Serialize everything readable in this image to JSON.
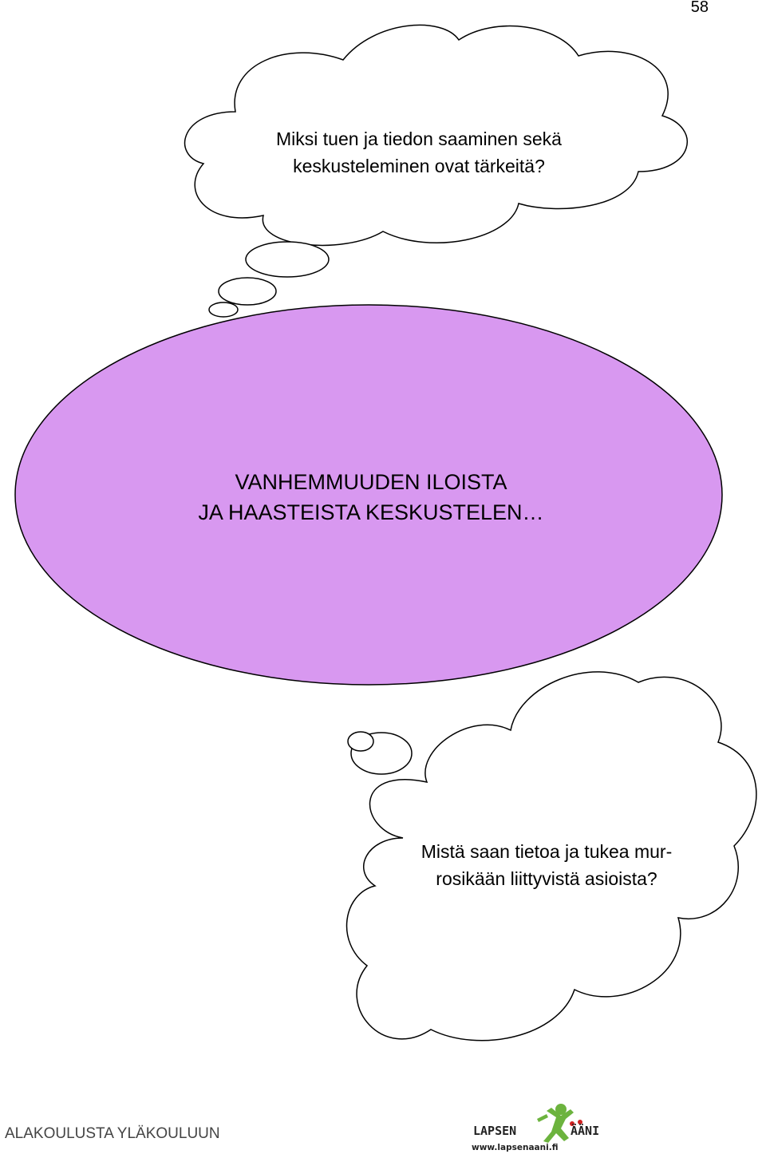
{
  "page": {
    "number": "58"
  },
  "top_cloud": {
    "line1": "Miksi tuen ja tiedon saaminen sekä",
    "line2": "keskusteleminen ovat tärkeitä?"
  },
  "central_ellipse": {
    "line1": "VANHEMMUUDEN ILOISTA",
    "line2": "JA HAASTEISTA KESKUSTELEN…",
    "fill_color": "#d898f0"
  },
  "bottom_cloud": {
    "line1": "Mistä saan tietoa ja tukea mur-",
    "line2": "rosikään liittyvistä asioista?"
  },
  "footer": {
    "text": "ALAKOULUSTA YLÄKOULUUN"
  },
  "logo": {
    "word1": "LAPSEN",
    "word2": "ÄÄNI",
    "url": "www.lapsenaani.fi"
  }
}
